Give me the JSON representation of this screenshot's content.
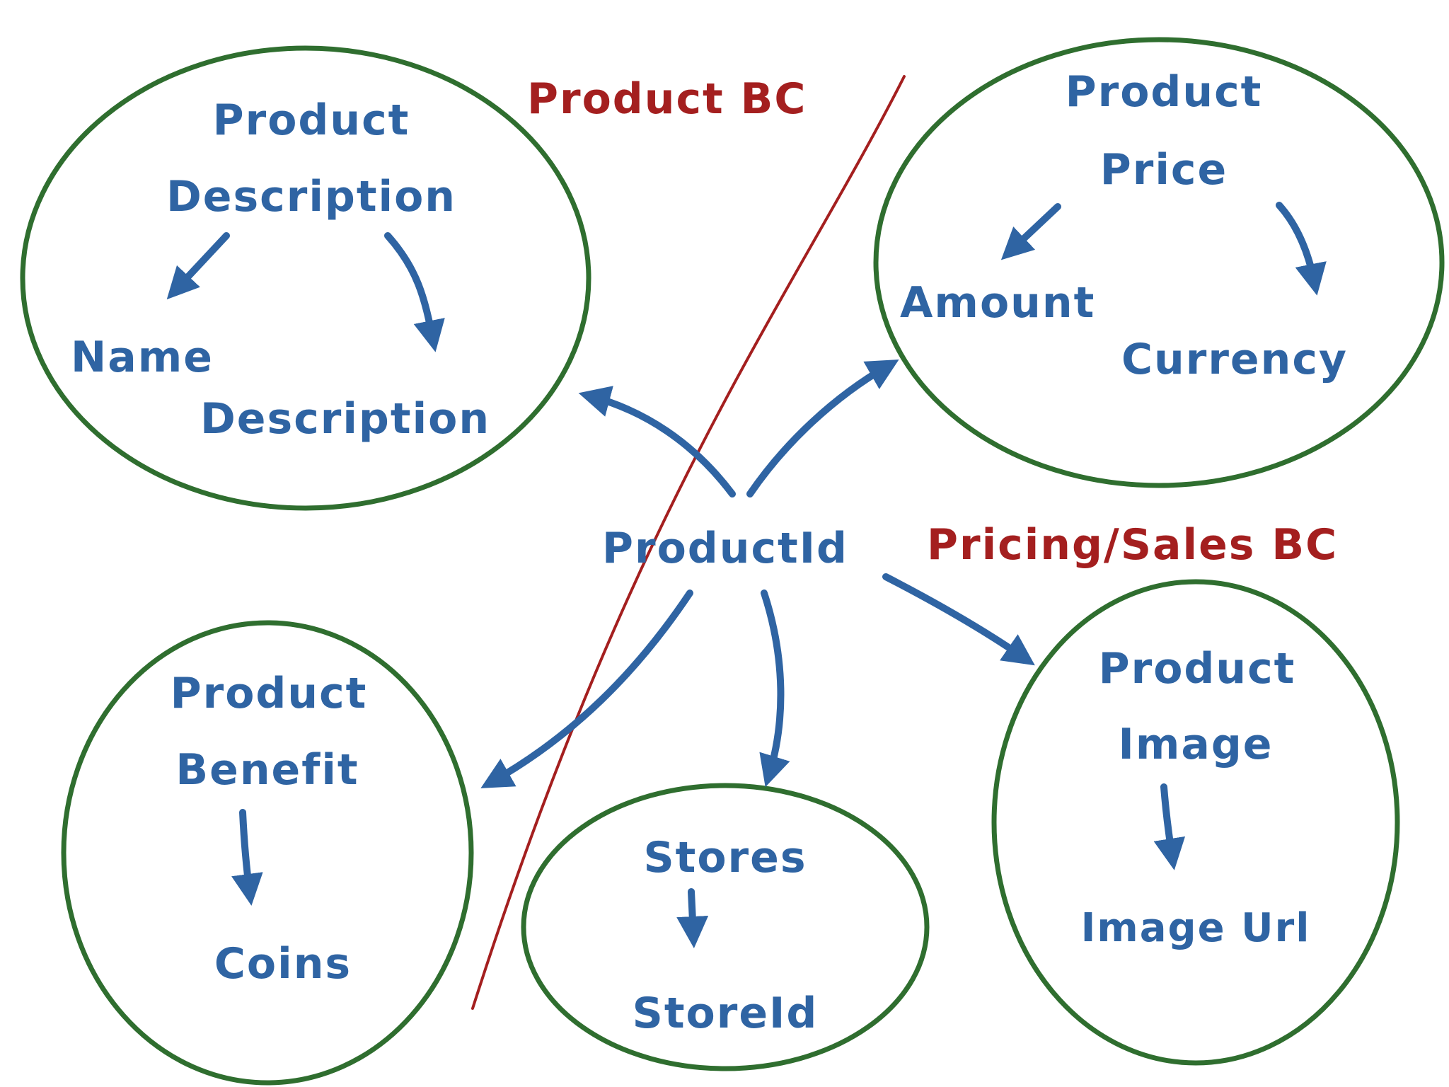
{
  "colors": {
    "ellipse_stroke": "#2f6e2f",
    "node_text": "#2f64a3",
    "arrow": "#2f64a3",
    "context_text": "#a41f1f",
    "divider": "#a41f1f",
    "background": "#ffffff"
  },
  "contexts": {
    "product_bc": "Product BC",
    "pricing_sales_bc": "Pricing/Sales BC"
  },
  "hub": {
    "label": "ProductId"
  },
  "product_description": {
    "title_line1": "Product",
    "title_line2": "Description",
    "name": "Name",
    "description": "Description"
  },
  "product_price": {
    "title_line1": "Product",
    "title_line2": "Price",
    "amount": "Amount",
    "currency": "Currency"
  },
  "product_benefit": {
    "title_line1": "Product",
    "title_line2": "Benefit",
    "coins": "Coins"
  },
  "stores": {
    "title": "Stores",
    "store_id": "StoreId"
  },
  "product_image": {
    "title_line1": "Product",
    "title_line2": "Image",
    "image_url": "Image Url"
  }
}
